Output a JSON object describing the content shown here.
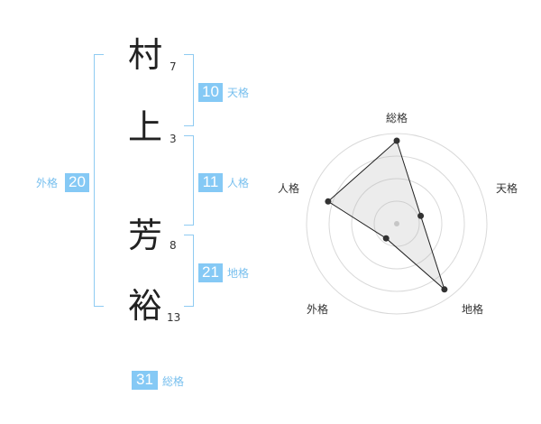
{
  "name": {
    "chars": [
      {
        "char": "村",
        "strokes": "7"
      },
      {
        "char": "上",
        "strokes": "3"
      },
      {
        "char": "芳",
        "strokes": "8"
      },
      {
        "char": "裕",
        "strokes": "13"
      }
    ]
  },
  "kaku": {
    "tenkaku": {
      "label": "天格",
      "value": "10"
    },
    "jinkaku": {
      "label": "人格",
      "value": "11"
    },
    "chikaku": {
      "label": "地格",
      "value": "21"
    },
    "gaikaku": {
      "label": "外格",
      "value": "20"
    },
    "soukaku": {
      "label": "総格",
      "value": "31"
    }
  },
  "colors": {
    "accent": "#85c9f5",
    "bracket": "#8fcbf2"
  },
  "chart_data": {
    "type": "radar",
    "axes": [
      "総格",
      "天格",
      "地格",
      "外格",
      "人格"
    ],
    "values": [
      0.92,
      0.28,
      0.9,
      0.2,
      0.8
    ],
    "max": 1.0,
    "rings": 4,
    "grid": true
  }
}
